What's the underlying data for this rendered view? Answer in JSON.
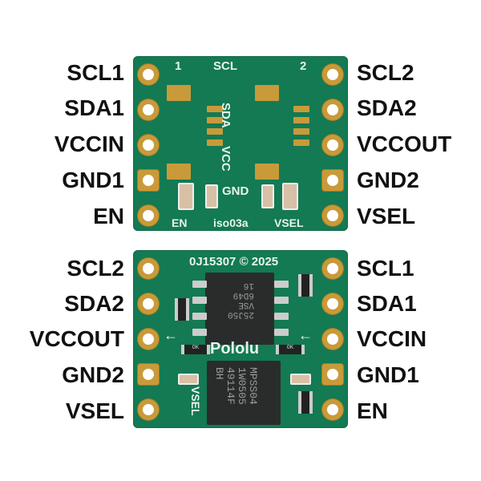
{
  "top_view": {
    "left_labels": [
      "SCL1",
      "SDA1",
      "VCCIN",
      "GND1",
      "EN"
    ],
    "right_labels": [
      "SCL2",
      "SDA2",
      "VCCOUT",
      "GND2",
      "VSEL"
    ],
    "silkscreen": {
      "pin1": "1",
      "scl": "SCL",
      "pin2": "2",
      "sda": "SDA",
      "vcc": "VCC",
      "gnd": "GND",
      "en": "EN",
      "board_id": "iso03a",
      "vsel": "VSEL"
    }
  },
  "bottom_view": {
    "left_labels": [
      "SCL2",
      "SDA2",
      "VCCOUT",
      "GND2",
      "VSEL"
    ],
    "right_labels": [
      "SCL1",
      "SDA1",
      "VCCIN",
      "GND1",
      "EN"
    ],
    "silkscreen": {
      "part_code": "0J15307 © 2025",
      "brand": "Pololu",
      "vsel": "VSEL"
    },
    "chip_top_marking": [
      "25J50",
      "VSE",
      "6D49",
      "16"
    ],
    "chip_bottom_marking": [
      "MPSS04",
      "1W0505",
      "49114F",
      "BH"
    ],
    "resistor_marking": "0K"
  },
  "colors": {
    "board": "#137a53",
    "pad": "#c89a3a",
    "silkscreen": "#e8f3ee",
    "label_text": "#111111"
  }
}
